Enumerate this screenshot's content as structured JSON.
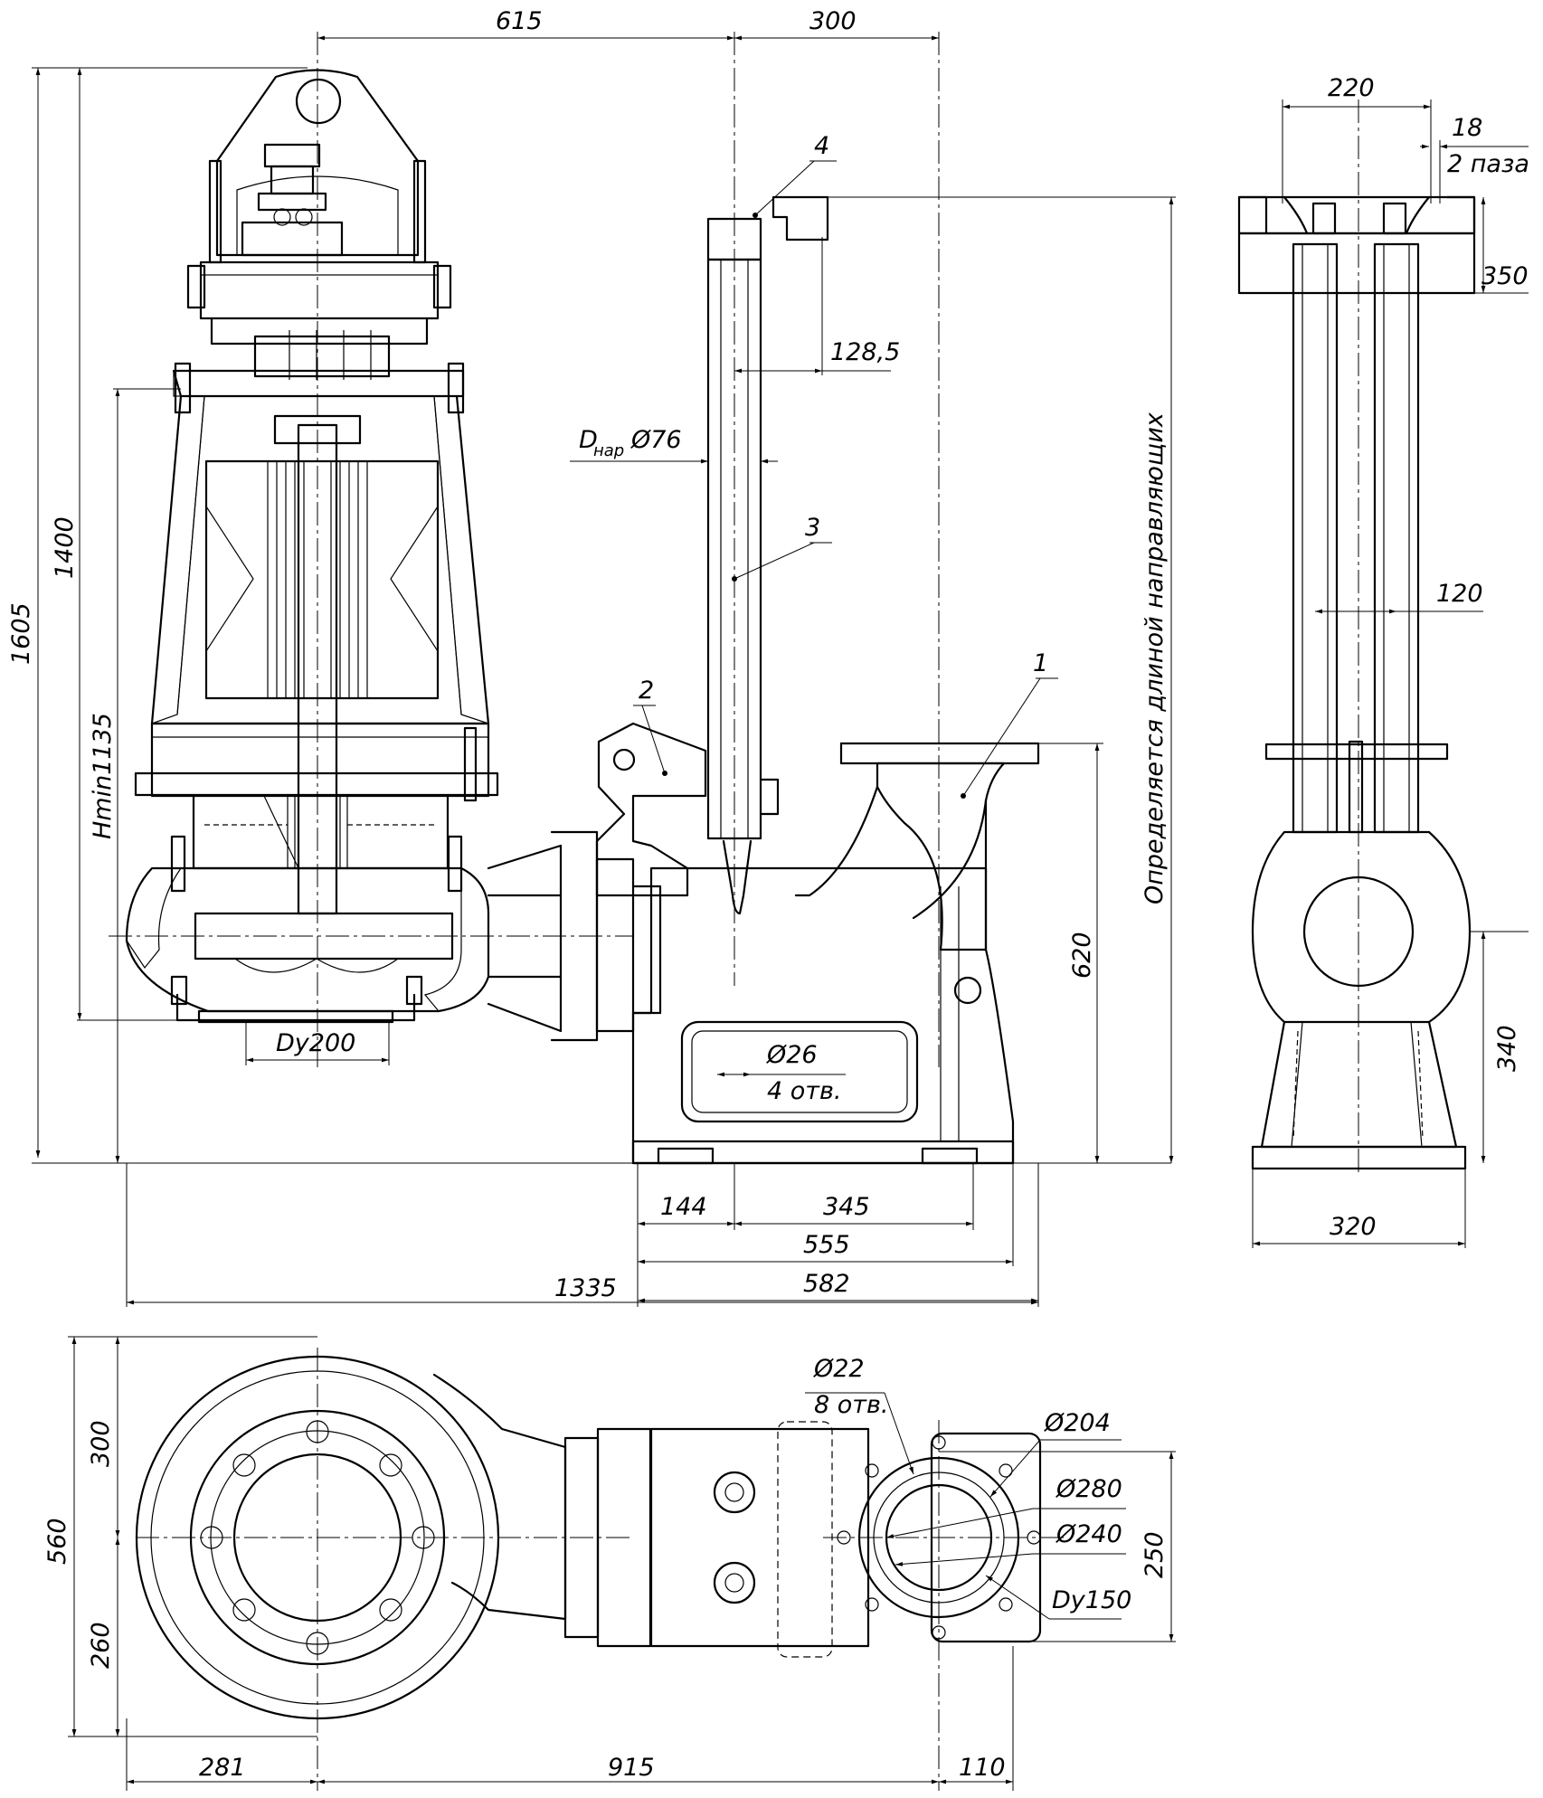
{
  "dims": {
    "d615": "615",
    "d300": "300",
    "d1605": "1605",
    "d1400": "1400",
    "hmin": "Hmin1135",
    "dy200": "Dy200",
    "dnar_d": "D",
    "dnar_sub": "нар",
    "dnar_v": "Ø76",
    "d128_5": "128,5",
    "d26": "Ø26",
    "otv4": "4 отв.",
    "d144": "144",
    "d345": "345",
    "d555": "555",
    "d582": "582",
    "d1335": "1335",
    "d620": "620",
    "guide_note": "Определяется длиной направляющих",
    "d220": "220",
    "d18": "18",
    "paza2": "2 паза",
    "d350": "350",
    "d120": "120",
    "d340": "340",
    "d320": "320",
    "d22": "Ø22",
    "otv8": "8 отв.",
    "d204": "Ø204",
    "d280": "Ø280",
    "d240": "Ø240",
    "d250": "250",
    "dy150": "Dy150",
    "d560": "560",
    "d300b": "300",
    "d260": "260",
    "d281": "281",
    "d915": "915",
    "d110": "110"
  },
  "callouts": {
    "p1": "1",
    "p2": "2",
    "p3": "3",
    "p4": "4"
  }
}
